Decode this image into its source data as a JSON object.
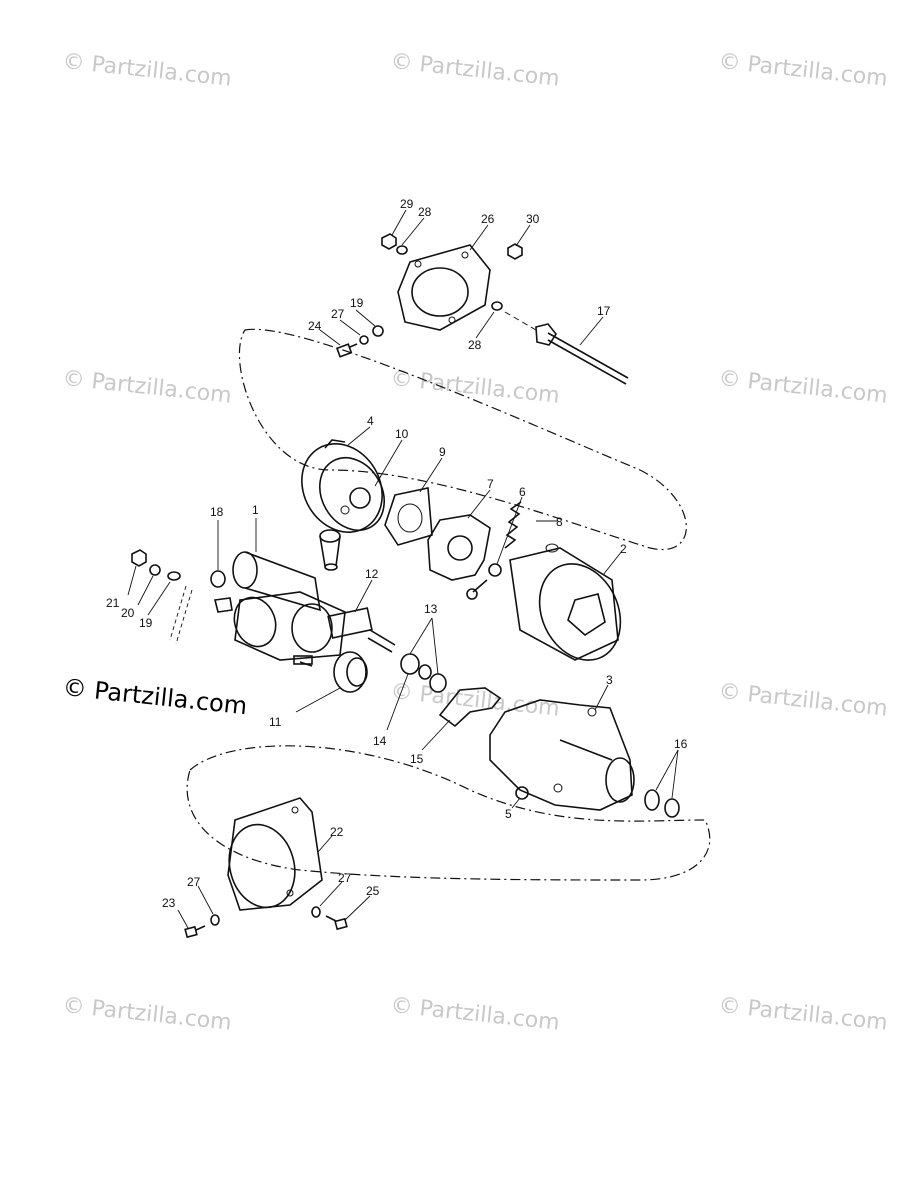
{
  "watermark": {
    "text": "© Partzilla.com"
  },
  "credit": {
    "text": "© Partzilla.com"
  },
  "callouts": {
    "c1": "1",
    "c2": "2",
    "c3": "3",
    "c4": "4",
    "c5": "5",
    "c6": "6",
    "c7": "7",
    "c8": "8",
    "c9": "9",
    "c10": "10",
    "c11": "11",
    "c12": "12",
    "c13": "13",
    "c14": "14",
    "c15": "15",
    "c16": "16",
    "c17": "17",
    "c18": "18",
    "c19a": "19",
    "c19b": "19",
    "c20": "20",
    "c21": "21",
    "c22": "22",
    "c23": "23",
    "c24": "24",
    "c25": "25",
    "c26": "26",
    "c27a": "27",
    "c27b": "27",
    "c27c": "27",
    "c28a": "28",
    "c28b": "28",
    "c29": "29",
    "c30": "30"
  }
}
